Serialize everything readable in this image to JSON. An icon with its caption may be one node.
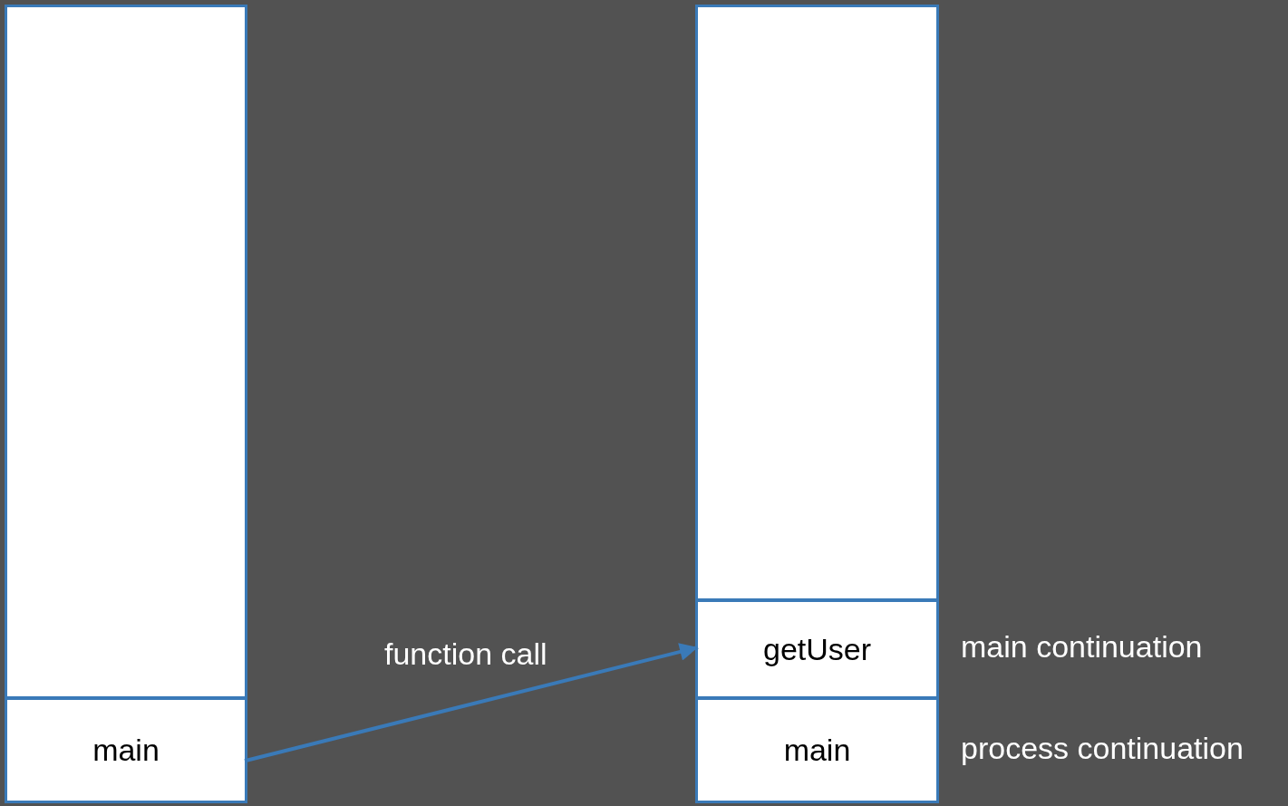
{
  "diagram": {
    "nodes": [
      {
        "text": [],
        "shape": "box"
      },
      {
        "text": [
          "main"
        ],
        "in": 0
      },
      {
        "text": [],
        "shape": "box"
      },
      {
        "text": [
          "getUser"
        ],
        "in": 2,
        "beside": [
          "main continuation"
        ]
      },
      {
        "text": [
          "main"
        ],
        "in": 2,
        "beside": [
          "process continuation"
        ]
      }
    ],
    "edges": [
      {
        "from": 1,
        "to": 3,
        "arrow": "to",
        "label": "function call"
      }
    ]
  }
}
